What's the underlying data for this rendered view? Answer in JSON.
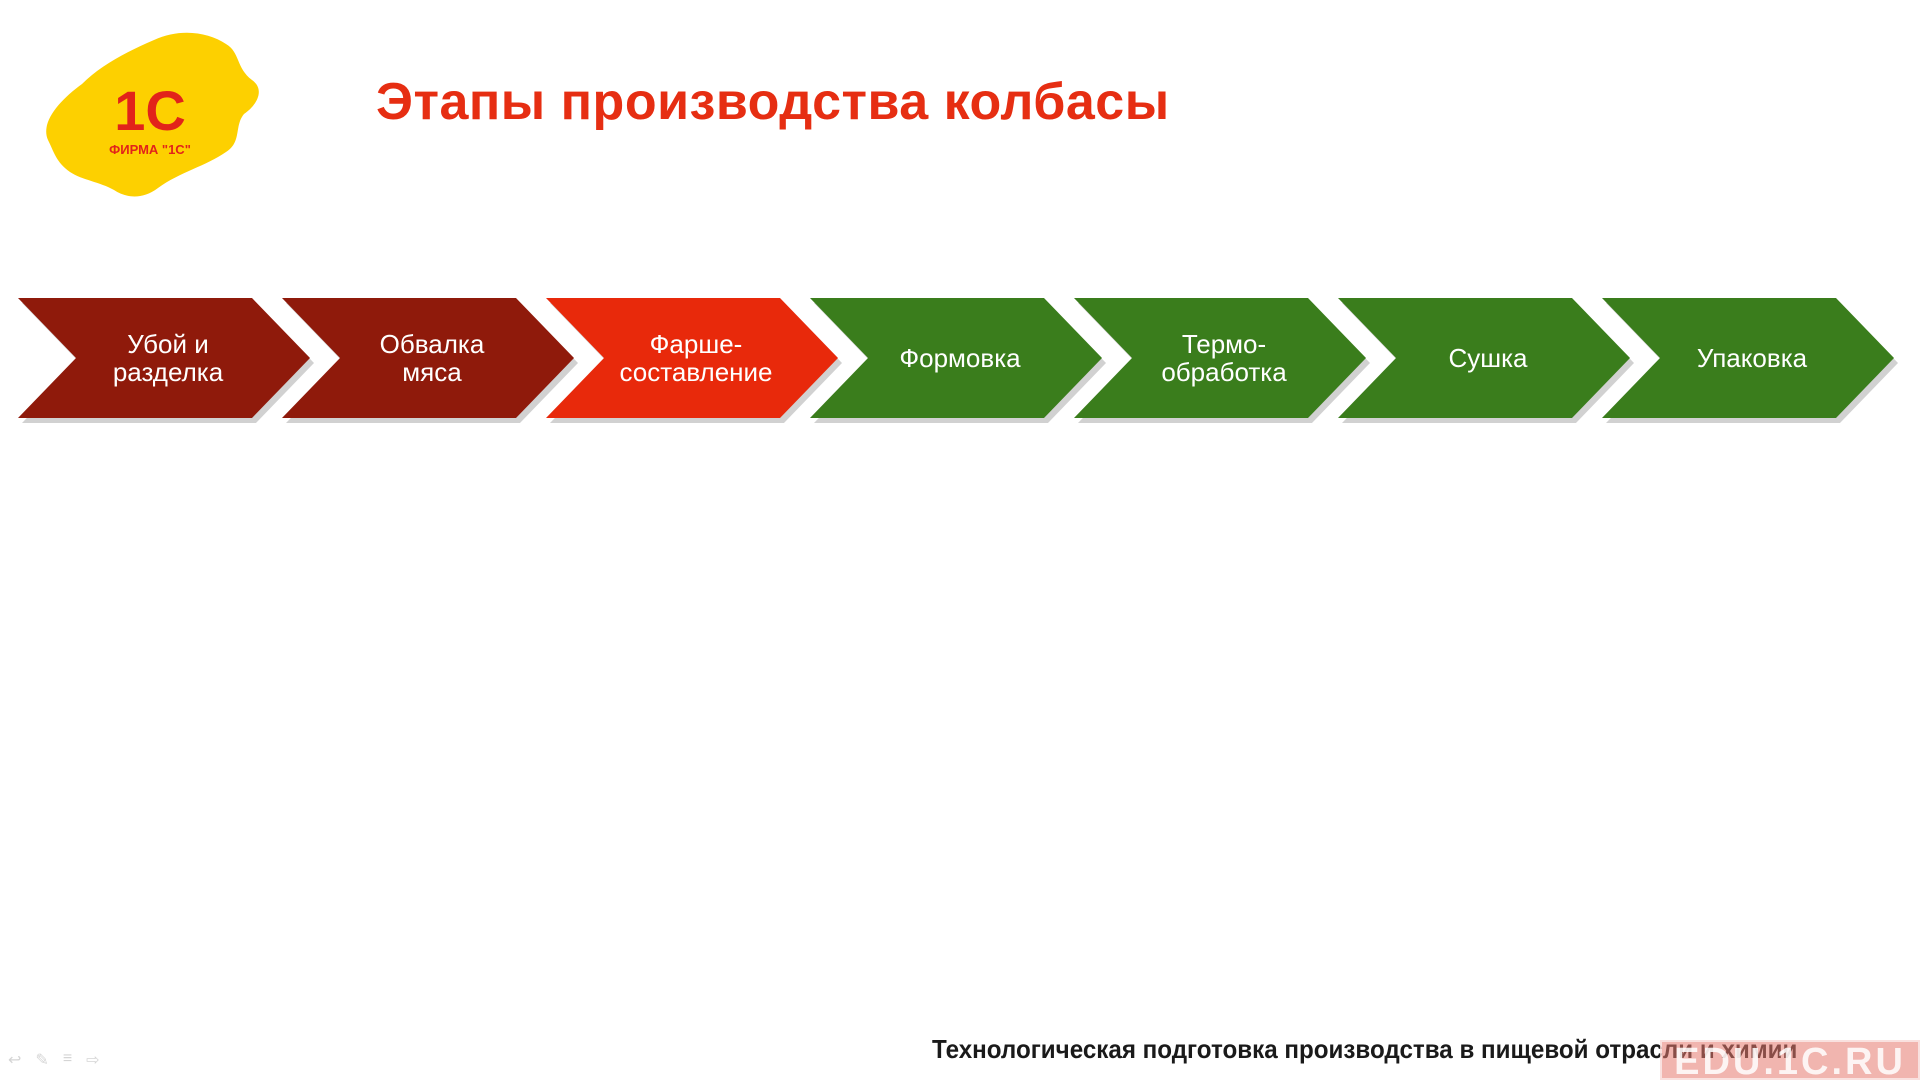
{
  "slide": {
    "title": "Этапы производства колбасы",
    "footer": "Технологическая подготовка производства в пищевой отрасли и химии",
    "watermark": "EDU.1C.RU"
  },
  "logo": {
    "mark": "1С",
    "caption": "ФИРМА \"1С\"",
    "colors": {
      "splash": "#fdd000",
      "mark": "#e2231a"
    }
  },
  "stages": [
    {
      "label": "Убой и\nразделка",
      "color": "#8f1a0b"
    },
    {
      "label": "Обвалка\nмяса",
      "color": "#8f1a0b"
    },
    {
      "label": "Фарше-\nсоставление",
      "color": "#e8290b"
    },
    {
      "label": "Формовка",
      "color": "#3a7d1c"
    },
    {
      "label": "Термо-\nобработка",
      "color": "#3a7d1c"
    },
    {
      "label": "Сушка",
      "color": "#3a7d1c"
    },
    {
      "label": "Упаковка",
      "color": "#3a7d1c"
    }
  ],
  "player_controls": [
    {
      "icon": "back-icon",
      "glyph": "↩"
    },
    {
      "icon": "pen-icon",
      "glyph": "✎"
    },
    {
      "icon": "menu-icon",
      "glyph": "≡"
    },
    {
      "icon": "forward-icon",
      "glyph": "⇨"
    }
  ]
}
